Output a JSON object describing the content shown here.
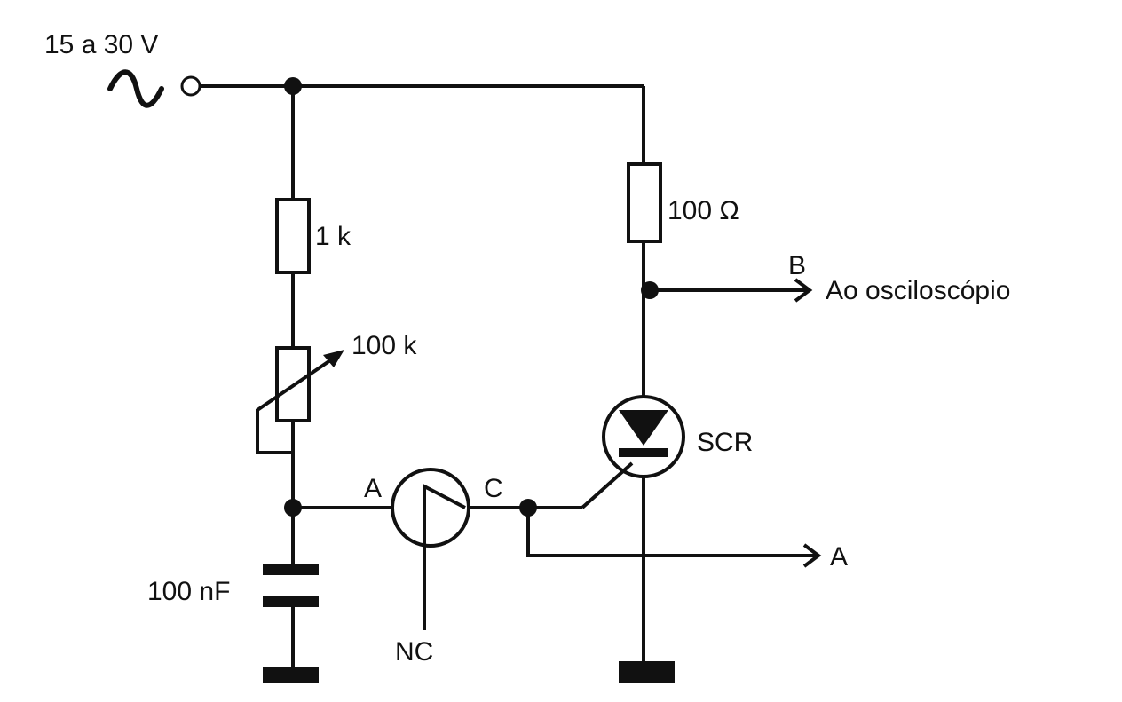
{
  "labels": {
    "supply": "15 a 30 V",
    "r1": "1 k",
    "pot": "100 k",
    "cap": "100 nF",
    "r2": "100 Ω",
    "scr": "SCR",
    "ujt_a": "A",
    "ujt_c": "C",
    "ujt_nc": "NC",
    "out_b_tag": "B",
    "out_b_text": "Ao osciloscópio",
    "out_a": "A"
  },
  "symbols": {
    "ac_source": "sine-wave-icon"
  },
  "colors": {
    "ink": "#111111",
    "background": "#ffffff"
  }
}
